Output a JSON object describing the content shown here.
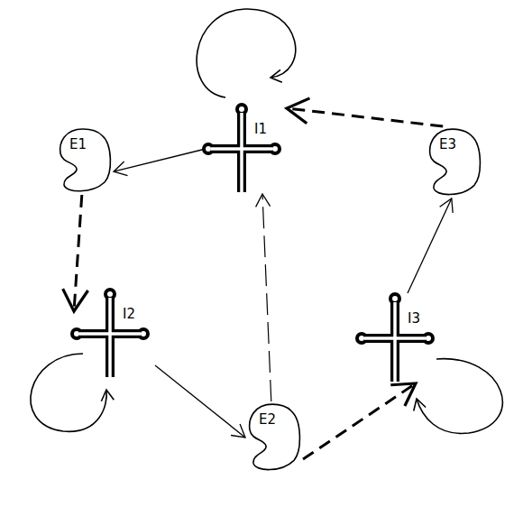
{
  "diagram": {
    "nodes": [
      {
        "text": [
          "I1"
        ]
      },
      {
        "text": [
          "E1"
        ]
      },
      {
        "text": [
          "E3"
        ]
      },
      {
        "text": [
          "I2"
        ]
      },
      {
        "text": [
          "I3"
        ]
      },
      {
        "text": [
          "E2"
        ]
      }
    ],
    "edges": [
      {
        "from": 0,
        "to": 1,
        "arrow": "to"
      },
      {
        "from": 1,
        "to": 3,
        "arrow": "to"
      },
      {
        "from": 3,
        "to": 5,
        "arrow": "to"
      },
      {
        "from": 5,
        "to": 0,
        "arrow": "to"
      },
      {
        "from": 5,
        "to": 4,
        "arrow": "to"
      },
      {
        "from": 4,
        "to": 2,
        "arrow": "to"
      },
      {
        "from": 2,
        "to": 0,
        "arrow": "to"
      }
    ]
  }
}
